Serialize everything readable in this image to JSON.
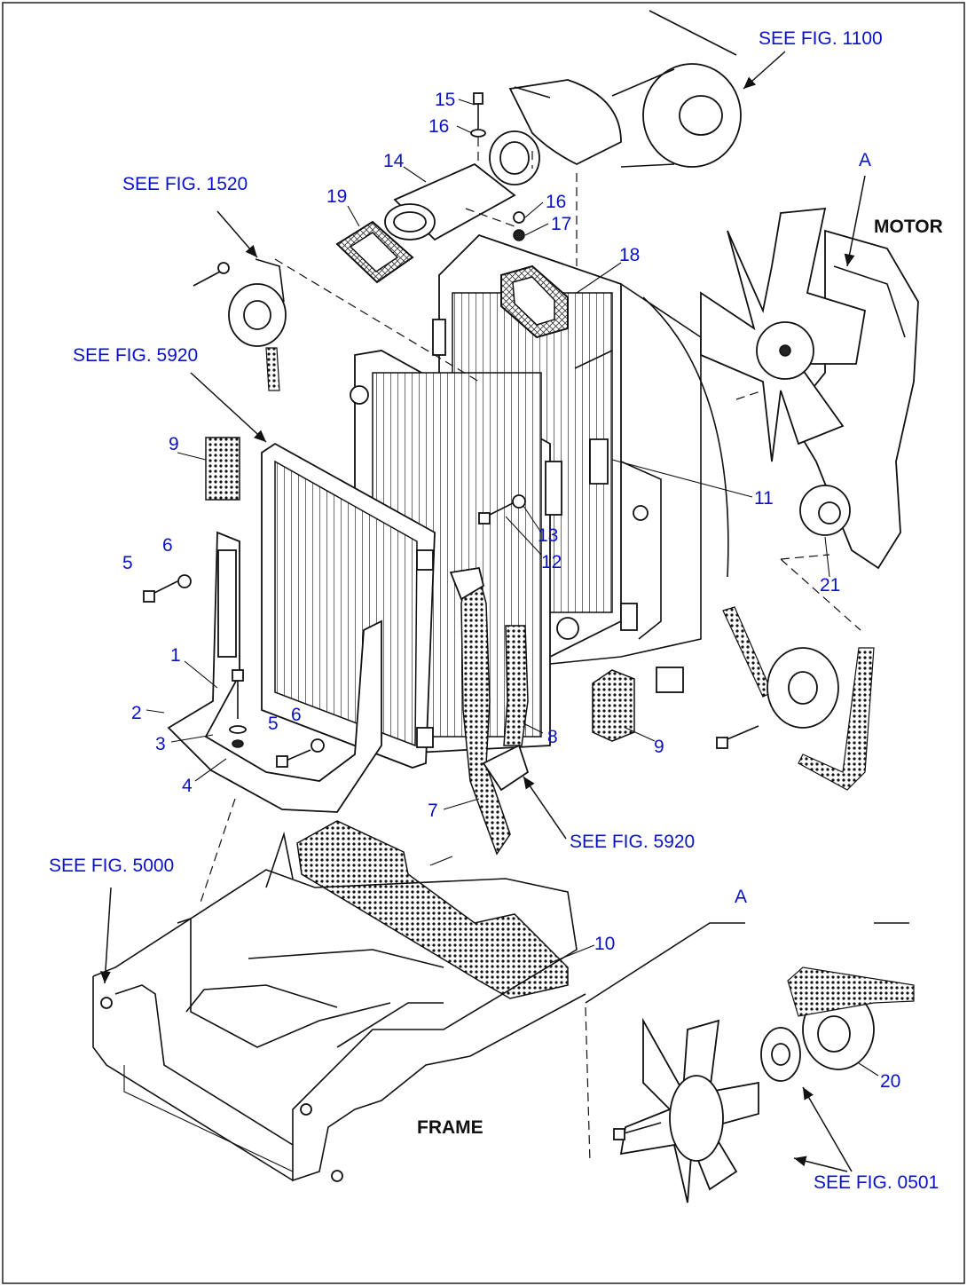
{
  "references": {
    "fig_1100": "SEE FIG. 1100",
    "fig_1520": "SEE FIG. 1520",
    "fig_5920_top": "SEE FIG. 5920",
    "fig_5920_bottom": "SEE FIG. 5920",
    "fig_5000": "SEE FIG. 5000",
    "fig_0501": "SEE FIG. 0501"
  },
  "labels": {
    "motor": "MOTOR",
    "frame": "FRAME",
    "detail_a_top": "A",
    "detail_a_bottom": "A"
  },
  "callouts": {
    "p1": "1",
    "p2": "2",
    "p3": "3",
    "p4": "4",
    "p5a": "5",
    "p5b": "5",
    "p6a": "6",
    "p6b": "6",
    "p7": "7",
    "p8": "8",
    "p9a": "9",
    "p9b": "9",
    "p10": "10",
    "p11": "11",
    "p12": "12",
    "p13": "13",
    "p14": "14",
    "p15": "15",
    "p16a": "16",
    "p16b": "16",
    "p17": "17",
    "p18": "18",
    "p19": "19",
    "p20": "20",
    "p21": "21"
  }
}
